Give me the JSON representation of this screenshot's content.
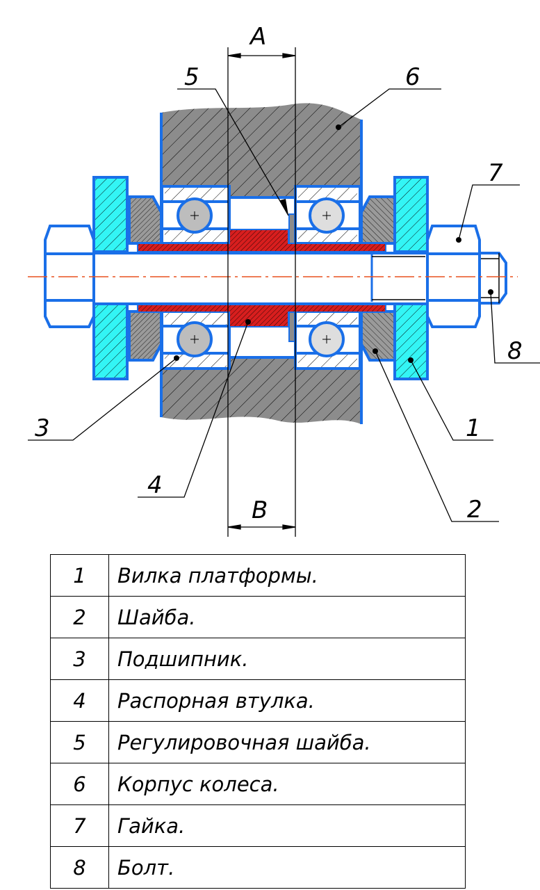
{
  "drawing": {
    "dimensions": {
      "a": "A",
      "b": "B"
    },
    "callouts": {
      "c1": "1",
      "c2": "2",
      "c3": "3",
      "c4": "4",
      "c5": "5",
      "c6": "6",
      "c7": "7",
      "c8": "8"
    },
    "colors": {
      "outline": "#1a6fe8",
      "fork": "#33f5f5",
      "spacer": "#d81e1e",
      "housing": "#8c8c8c",
      "washer": "#a8a8a8",
      "ball": "#c8c8c8",
      "axis": "#e8501e"
    }
  },
  "parts_table": {
    "rows": [
      {
        "num": "1",
        "name": "Вилка платформы."
      },
      {
        "num": "2",
        "name": "Шайба."
      },
      {
        "num": "3",
        "name": "Подшипник."
      },
      {
        "num": "4",
        "name": "Распорная втулка."
      },
      {
        "num": "5",
        "name": "Регулировочная шайба."
      },
      {
        "num": "6",
        "name": "Корпус колеса."
      },
      {
        "num": "7",
        "name": "Гайка."
      },
      {
        "num": "8",
        "name": "Болт."
      }
    ]
  }
}
